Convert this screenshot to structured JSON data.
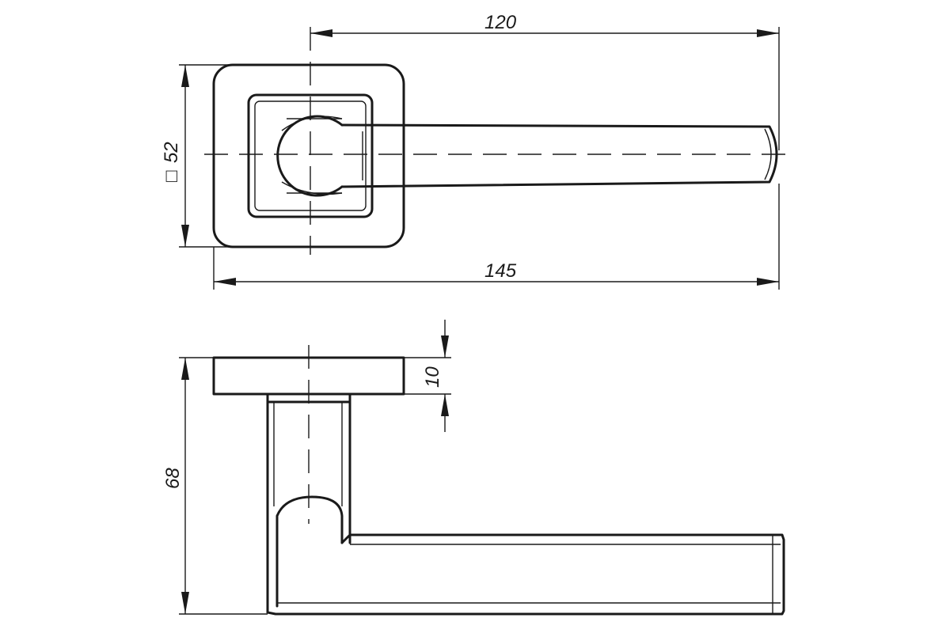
{
  "dimensions": {
    "top_length": "120",
    "total_length": "145",
    "rosette_size": "52",
    "rosette_symbol": "□",
    "rosette_thickness": "10",
    "total_height": "68"
  },
  "colors": {
    "line": "#1a1a1a",
    "background": "#ffffff"
  }
}
